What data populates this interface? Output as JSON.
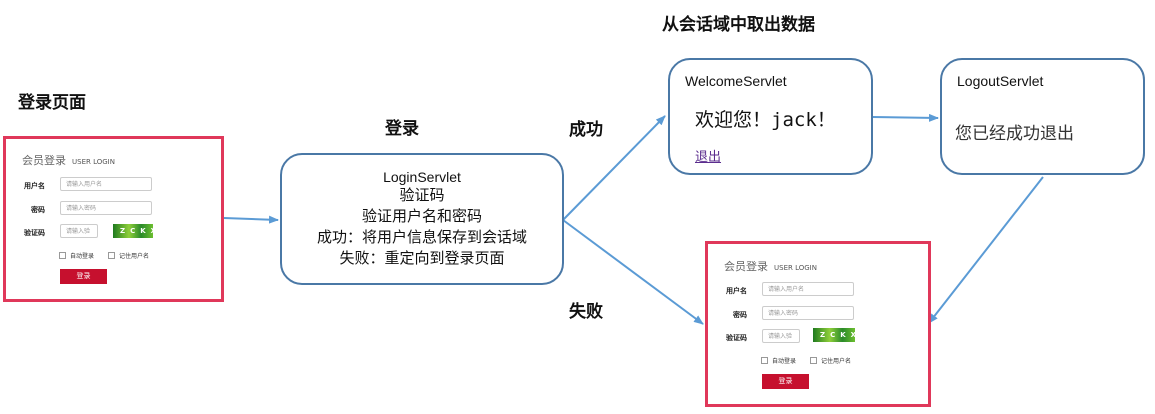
{
  "headings": {
    "login_page": "登录页面",
    "login": "登录",
    "success": "成功",
    "failure": "失败",
    "session_read": "从会话域中取出数据"
  },
  "login_servlet": {
    "title": "LoginServlet",
    "lines": [
      "验证码",
      "验证用户名和密码",
      "成功：将用户信息保存到会话域",
      "失败：重定向到登录页面"
    ]
  },
  "welcome_servlet": {
    "title": "WelcomeServlet",
    "message": "欢迎您！jack！",
    "logout_link": "退出"
  },
  "logout_servlet": {
    "title": "LogoutServlet",
    "message": "您已经成功退出"
  },
  "login_form": {
    "title": "会员登录",
    "subtitle": "USER LOGIN",
    "username_label": "用户名",
    "username_placeholder": "请输入用户名",
    "password_label": "密码",
    "password_placeholder": "请输入密码",
    "captcha_label": "验证码",
    "captcha_placeholder": "请输入验",
    "captcha_text": "ZCKX",
    "auto_login": "自动登录",
    "remember_user": "记住用户名",
    "submit": "登录"
  },
  "colors": {
    "box_border": "#4a78a6",
    "arrow": "#5b9bd5",
    "frame_red": "#e0385a",
    "button_red": "#c6102e",
    "link": "#5b2d8e"
  }
}
